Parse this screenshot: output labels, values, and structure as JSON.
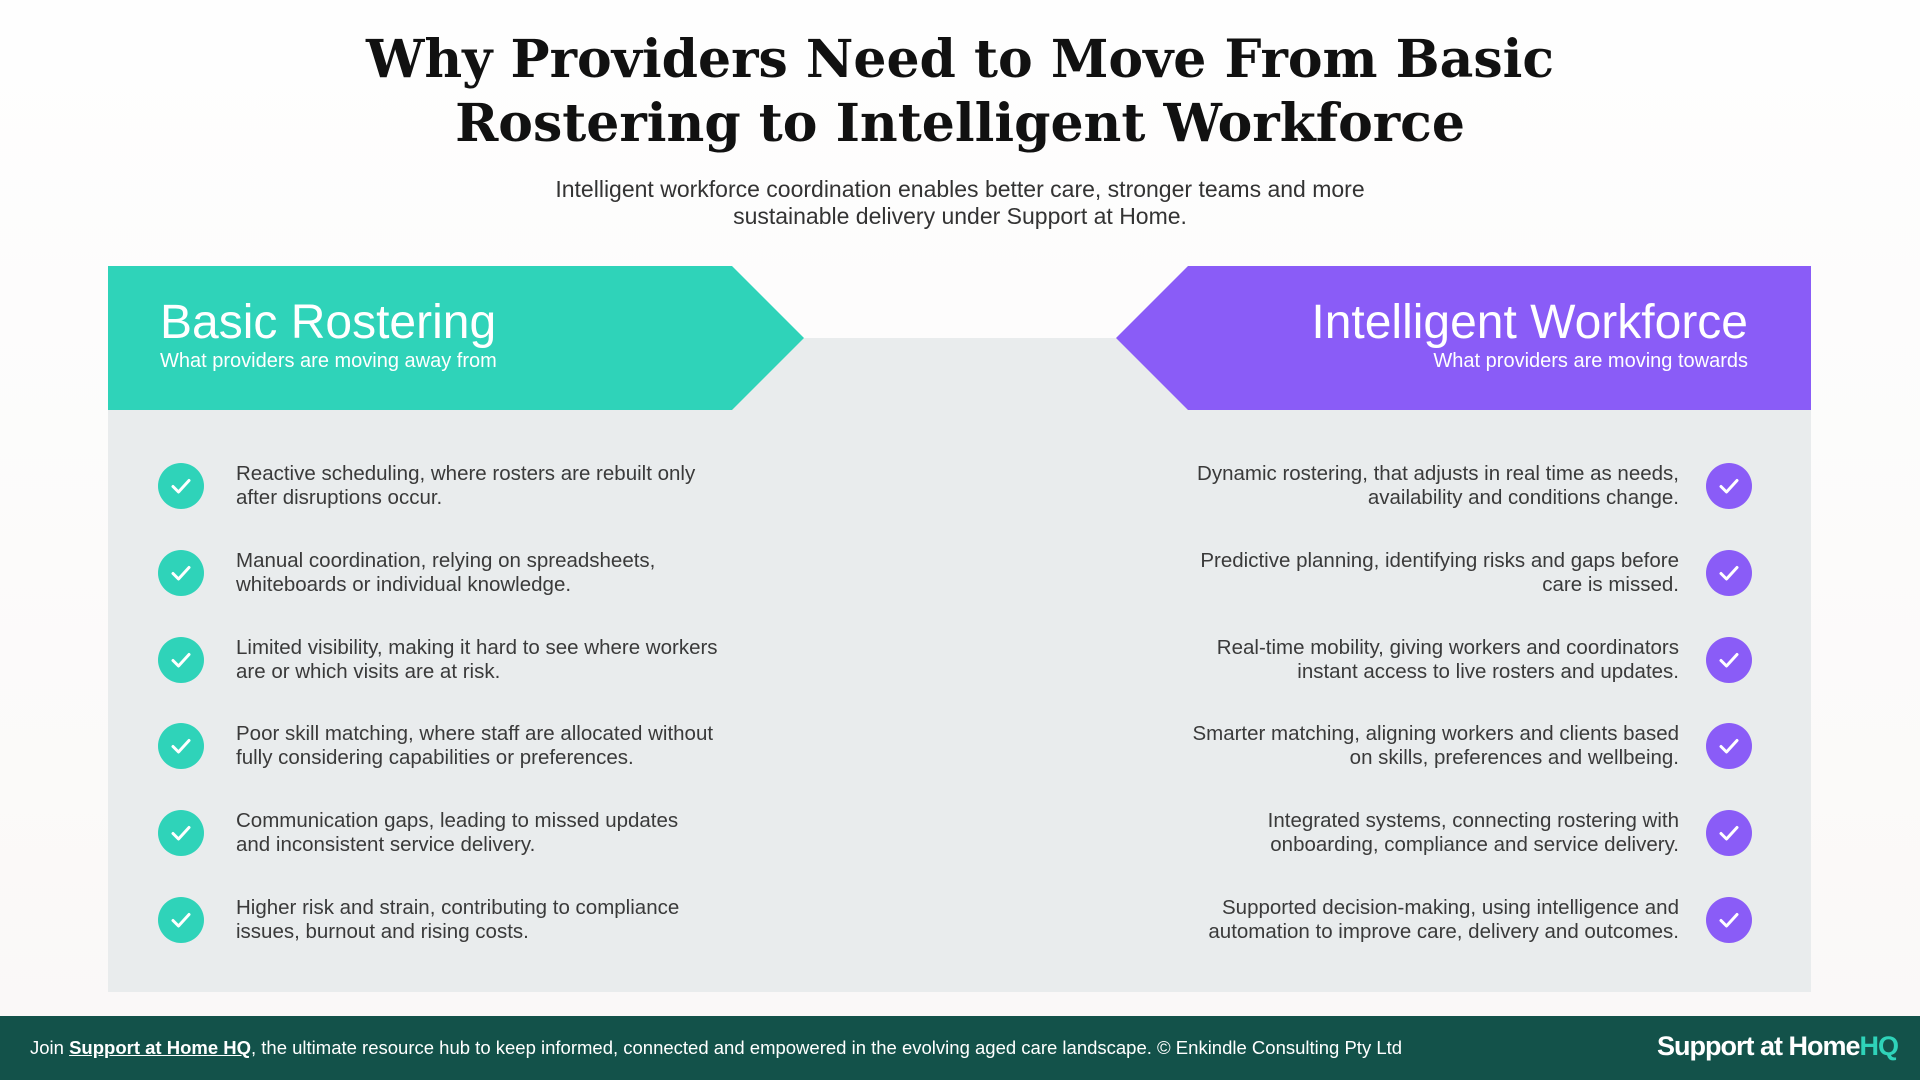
{
  "title_line1": "Why Providers Need to Move From Basic",
  "title_line2": "Rostering to Intelligent Workforce",
  "subtitle_line1": "Intelligent workforce coordination enables better care, stronger teams and more",
  "subtitle_line2": "sustainable delivery under Support at Home.",
  "colors": {
    "teal": "#2fd3b9",
    "purple": "#8a5cf7",
    "footer": "#13524a",
    "panel": "#e9eced"
  },
  "left": {
    "heading": "Basic Rostering",
    "subheading": "What providers are moving away from",
    "icon": "check-circle-icon",
    "items": [
      "Reactive scheduling, where rosters are rebuilt only after disruptions occur.",
      "Manual coordination, relying on spreadsheets, whiteboards or individual knowledge.",
      "Limited visibility, making it hard to see where workers are or which visits are at risk.",
      "Poor skill matching, where staff are allocated without fully considering capabilities or preferences.",
      "Communication gaps, leading to missed updates and inconsistent service delivery.",
      "Higher risk and strain, contributing to compliance issues, burnout and rising costs."
    ]
  },
  "right": {
    "heading": "Intelligent Workforce",
    "subheading": "What providers are moving towards",
    "icon": "check-circle-icon",
    "items": [
      "Dynamic rostering, that adjusts in real time as needs, availability and conditions change.",
      "Predictive planning, identifying risks and gaps before care is missed.",
      "Real-time mobility, giving workers and coordinators instant access to live rosters and updates.",
      "Smarter matching, aligning workers and clients based on skills, preferences and wellbeing.",
      "Integrated systems, connecting rostering with onboarding, compliance and service delivery.",
      "Supported decision-making, using intelligence and automation to improve care, delivery and outcomes."
    ]
  },
  "footer": {
    "prefix": "Join ",
    "link": "Support at Home HQ",
    "suffix": ", the ultimate resource hub to keep informed, connected and empowered in the evolving aged care landscape.  © Enkindle Consulting Pty Ltd",
    "logo_main": "Support at Home",
    "logo_accent": "HQ"
  }
}
